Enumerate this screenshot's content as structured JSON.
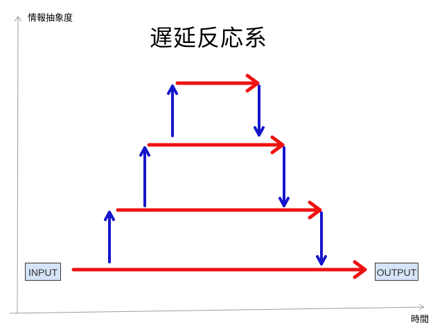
{
  "title": "遅延反応系",
  "y_axis_label": "情報抽象度",
  "x_axis_label": "時間",
  "boxes": {
    "input": "INPUT",
    "output": "OUTPUT"
  },
  "colors": {
    "forward_arrow": "#ee1111",
    "vertical_arrow": "#1515cc",
    "box_fill": "#d6e4f7",
    "axis": "#9a9aa6"
  }
}
